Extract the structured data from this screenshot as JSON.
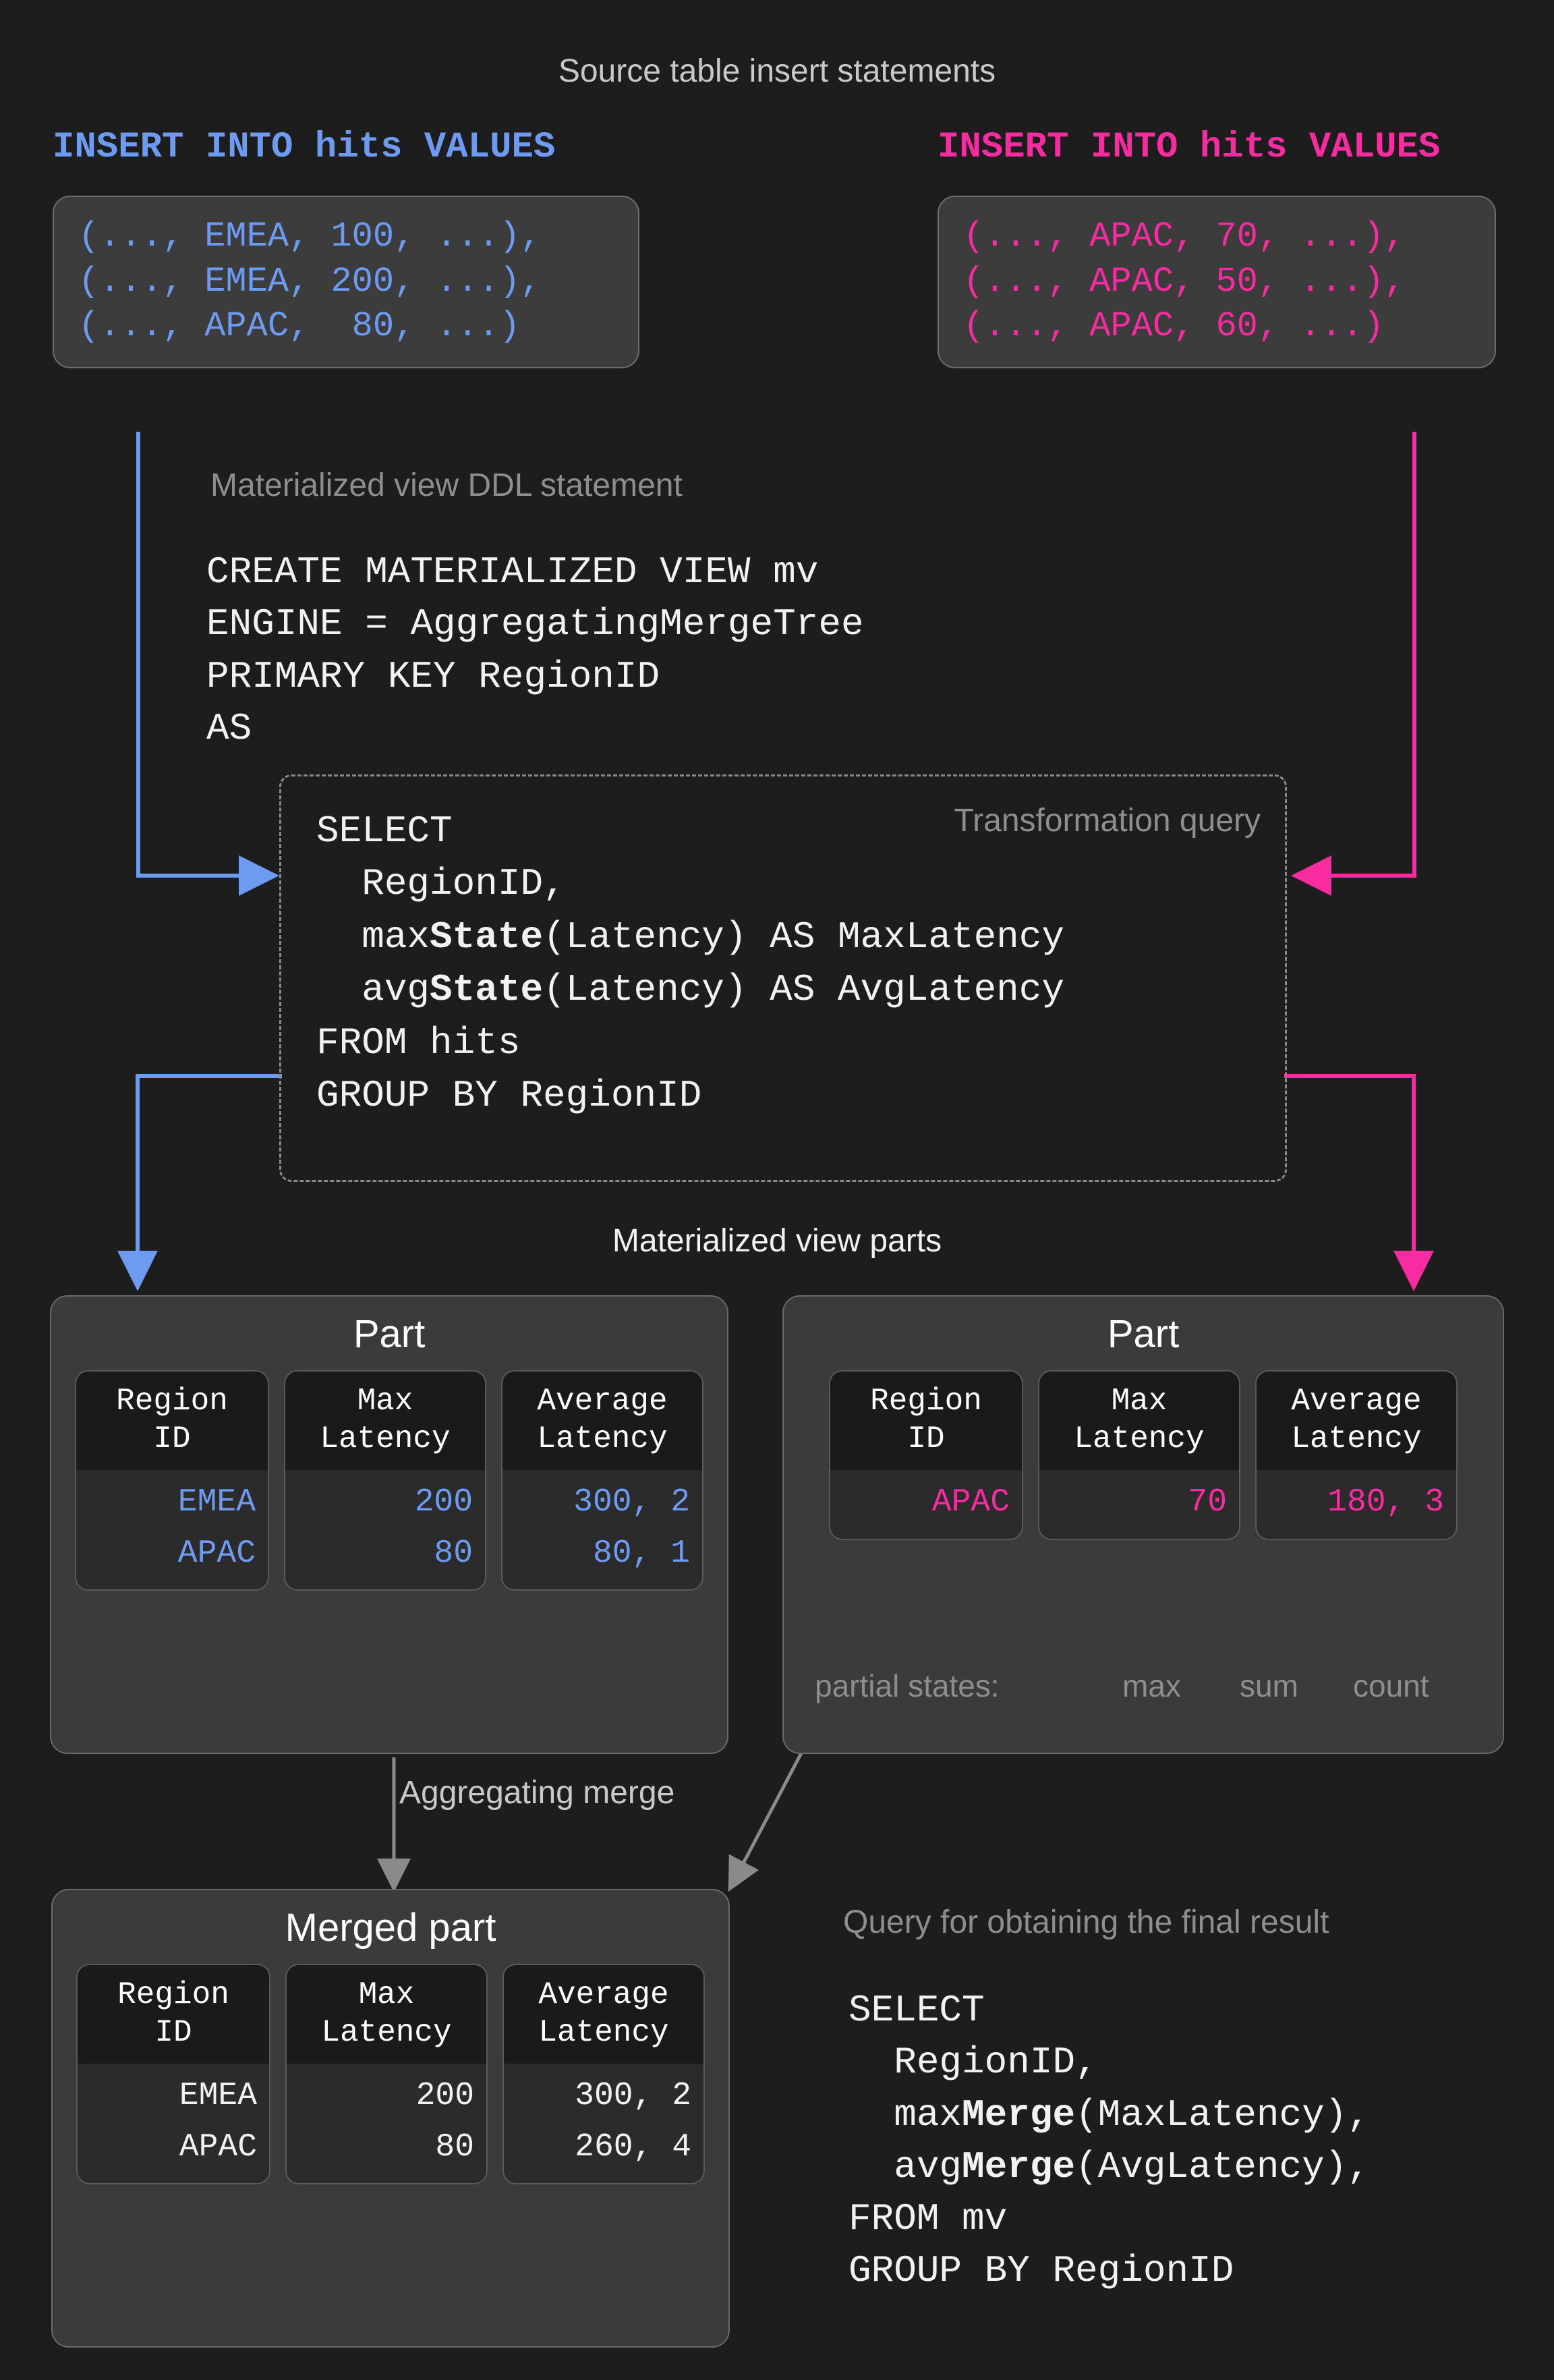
{
  "colors": {
    "background": "#1d1d1d",
    "blue": "#6e9bf2",
    "pink": "#f82ba0",
    "muted_text": "#8e8e8e",
    "panel": "#3b3b3b",
    "card_body": "#2b2b2b",
    "card_header": "#1a1a1a",
    "white_text": "#f2f2f2"
  },
  "headings": {
    "source_inserts": "Source table insert statements",
    "mv_ddl": "Materialized view DDL statement",
    "transformation_query": "Transformation query",
    "mv_parts": "Materialized view parts",
    "aggregating_merge": "Aggregating merge",
    "final_query": "Query for obtaining the final result"
  },
  "inserts": {
    "left": {
      "statement": "INSERT INTO hits VALUES",
      "color": "#6e9bf2",
      "rows": [
        "(..., EMEA, 100, ...),",
        "(..., EMEA, 200, ...),",
        "(..., APAC,  80, ...)"
      ]
    },
    "right": {
      "statement": "INSERT INTO hits VALUES",
      "color": "#f82ba0",
      "rows": [
        "(..., APAC, 70, ...),",
        "(..., APAC, 50, ...),",
        "(..., APAC, 60, ...)"
      ]
    }
  },
  "ddl": {
    "lines": [
      "CREATE MATERIALIZED VIEW mv",
      "ENGINE = AggregatingMergeTree",
      "PRIMARY KEY RegionID",
      "AS"
    ]
  },
  "transformation": {
    "lines": [
      {
        "pre": "SELECT",
        "bold": "",
        "post": ""
      },
      {
        "pre": "  RegionID,",
        "bold": "",
        "post": ""
      },
      {
        "pre": "  max",
        "bold": "State",
        "post": "(Latency) AS MaxLatency"
      },
      {
        "pre": "  avg",
        "bold": "State",
        "post": "(Latency) AS AvgLatency"
      },
      {
        "pre": "FROM hits",
        "bold": "",
        "post": ""
      },
      {
        "pre": "GROUP BY RegionID",
        "bold": "",
        "post": ""
      }
    ]
  },
  "parts": {
    "columns": [
      "Region\nID",
      "Max\nLatency",
      "Average\nLatency"
    ],
    "left": {
      "title": "Part",
      "value_color": "#6e9bf2",
      "rows": [
        [
          "EMEA",
          "200",
          "300, 2"
        ],
        [
          "APAC",
          "80",
          "80, 1"
        ]
      ]
    },
    "right": {
      "title": "Part",
      "value_color": "#f82ba0",
      "rows": [
        [
          "APAC",
          "70",
          "180, 3"
        ]
      ],
      "partial_states_label": "partial states:",
      "partial_states": [
        "max",
        "sum",
        "count"
      ]
    },
    "merged": {
      "title": "Merged part",
      "value_color": "#f2f2f2",
      "rows": [
        [
          "EMEA",
          "200",
          "300, 2"
        ],
        [
          "APAC",
          "80",
          "260, 4"
        ]
      ]
    }
  },
  "final_query": {
    "lines": [
      {
        "pre": "SELECT",
        "bold": "",
        "post": ""
      },
      {
        "pre": "  RegionID,",
        "bold": "",
        "post": ""
      },
      {
        "pre": "  max",
        "bold": "Merge",
        "post": "(MaxLatency),"
      },
      {
        "pre": "  avg",
        "bold": "Merge",
        "post": "(AvgLatency),"
      },
      {
        "pre": "FROM mv",
        "bold": "",
        "post": ""
      },
      {
        "pre": "GROUP BY RegionID",
        "bold": "",
        "post": ""
      }
    ]
  }
}
